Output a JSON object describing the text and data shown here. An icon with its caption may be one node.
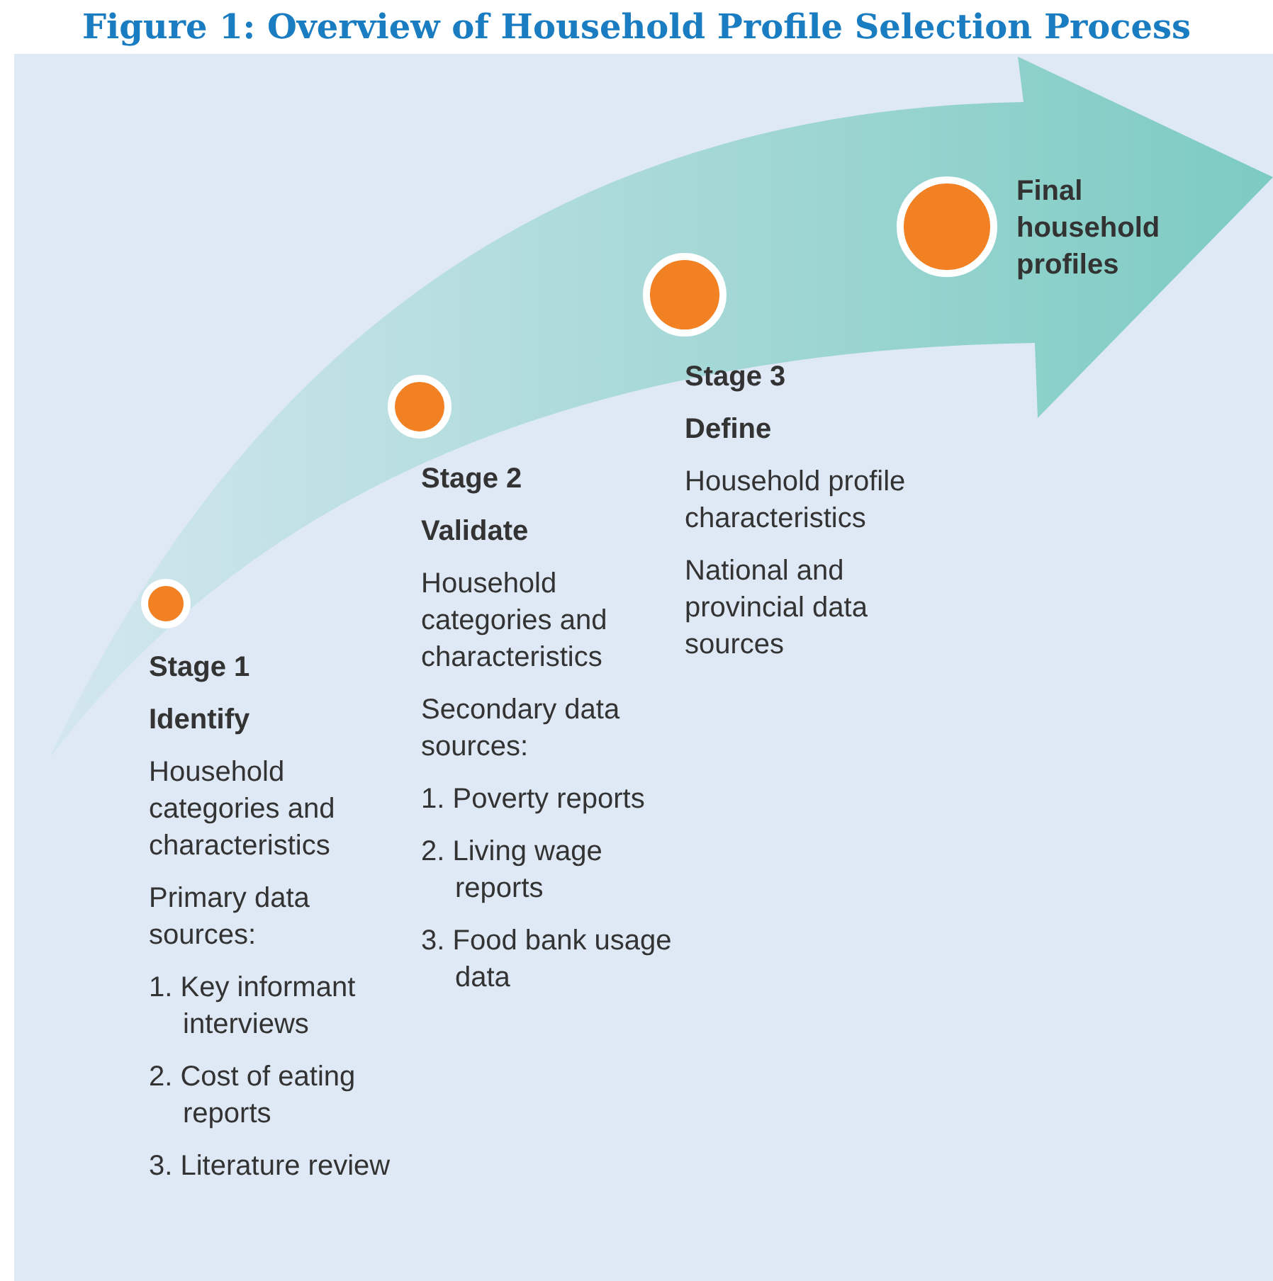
{
  "diagram": {
    "title": "Figure 1: Overview of Household Profile Selection Process",
    "nodes": [
      {
        "text": [],
        "shape": "circle",
        "beside": [
          "Stage 1",
          "Identify",
          "Household categories and characteristics",
          "Primary data sources:",
          "1. Key informant interviews",
          "2. Cost of eating reports",
          "3. Literature review"
        ]
      },
      {
        "text": [],
        "shape": "circle",
        "beside": [
          "Stage 2",
          "Validate",
          "Household categories and characteristics",
          "Secondary data sources:",
          "1. Poverty reports",
          "2. Living wage reports",
          "3. Food bank usage data"
        ]
      },
      {
        "text": [],
        "shape": "circle",
        "beside": [
          "Stage 3",
          "Define",
          "Household profile characteristics",
          "National and provincial data sources"
        ]
      },
      {
        "text": [],
        "shape": "circle",
        "beside": [
          "Final household profiles"
        ]
      }
    ]
  }
}
